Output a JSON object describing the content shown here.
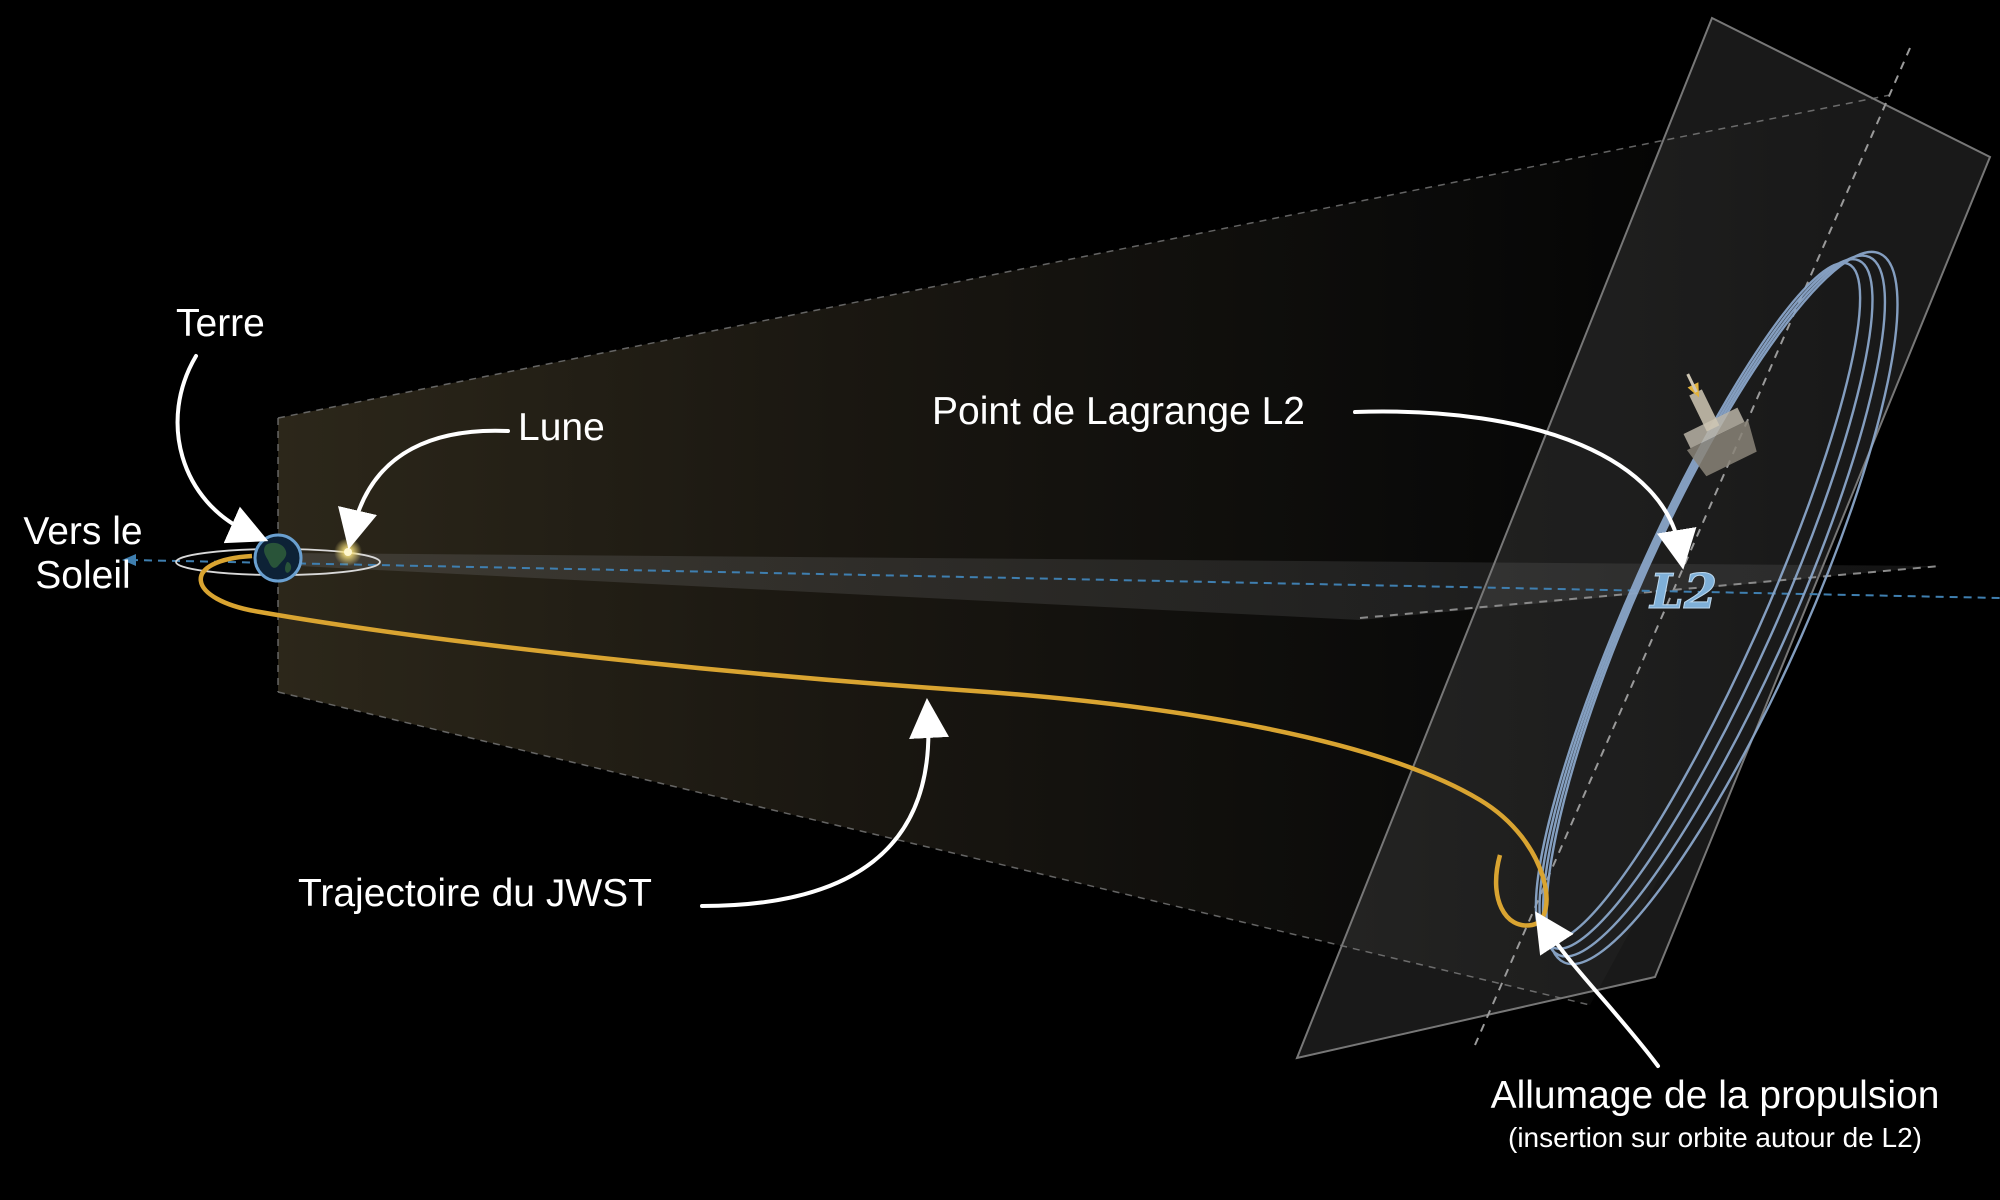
{
  "labels": {
    "sun_direction": [
      "Vers le",
      "Soleil"
    ],
    "earth": "Terre",
    "moon": "Lune",
    "l2_point": "Point de Lagrange L2",
    "trajectory": "Trajectoire du JWST",
    "propulsion": "Allumage de la propulsion",
    "propulsion_detail": "(insertion sur orbite autour de L2)",
    "l2_marker": "L2"
  },
  "colors": {
    "background": "#000000",
    "trajectory": "#d9a431",
    "halo_orbit": "#8aa6c9",
    "ecliptic_axis": "#3f7fb0",
    "label_text": "#ffffff",
    "moon": "#f5df7a"
  },
  "icons": {
    "earth": "earth-globe-icon",
    "moon": "moon-dot-icon",
    "telescope": "jwst-telescope-icon"
  }
}
